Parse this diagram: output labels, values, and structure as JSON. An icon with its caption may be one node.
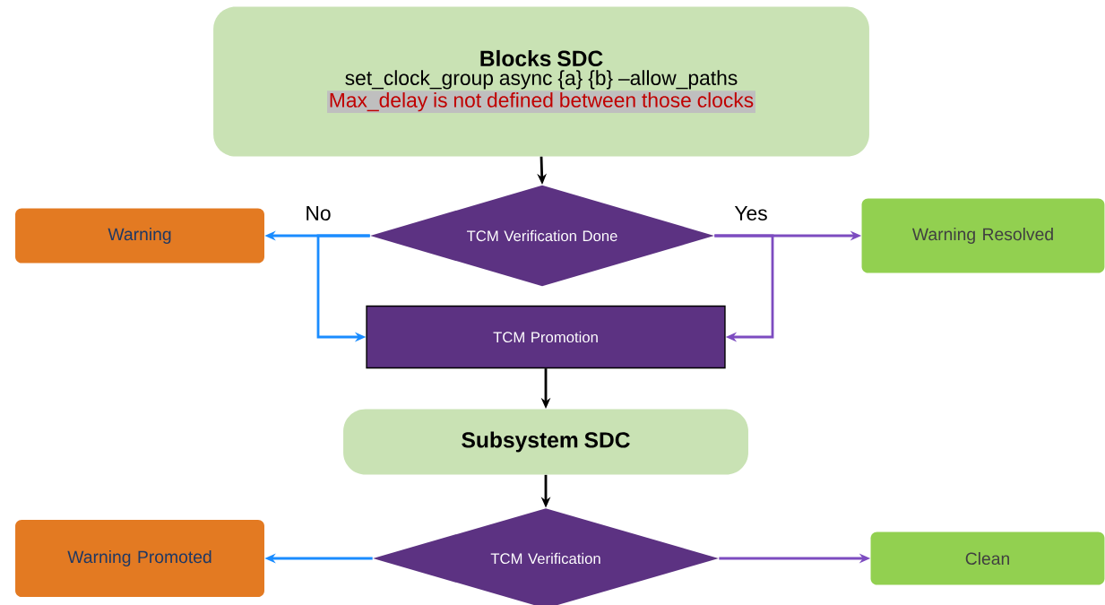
{
  "diagram": {
    "nodes": [
      {
        "text": [
          "Blocks SDC",
          "set_clock_group async {a} {b} –allow_paths",
          "Max_delay is not defined between those clocks"
        ]
      },
      {
        "text": [
          "TCM Verification Done"
        ]
      },
      {
        "text": [
          "Warning"
        ]
      },
      {
        "text": [
          "Warning Resolved"
        ]
      },
      {
        "text": [
          "TCM Promotion"
        ]
      },
      {
        "text": [
          "Subsystem SDC"
        ]
      },
      {
        "text": [
          "TCM Verification"
        ]
      },
      {
        "text": [
          "Warning Promoted"
        ]
      },
      {
        "text": [
          "Clean"
        ]
      }
    ],
    "edges": [
      {
        "from": 0,
        "to": 1,
        "arrow": "to"
      },
      {
        "from": 1,
        "to": 2,
        "arrow": "to",
        "label": "No",
        "color": "#1a8cff"
      },
      {
        "from": 1,
        "to": 3,
        "arrow": "to",
        "label": "Yes",
        "color": "#7d4cc0"
      },
      {
        "from": 1,
        "to": 4,
        "arrow": "to",
        "color": "#1a8cff"
      },
      {
        "from": 1,
        "to": 4,
        "arrow": "to",
        "color": "#7d4cc0"
      },
      {
        "from": 4,
        "to": 5,
        "arrow": "to"
      },
      {
        "from": 5,
        "to": 6,
        "arrow": "to"
      },
      {
        "from": 6,
        "to": 7,
        "arrow": "to",
        "color": "#1a8cff"
      },
      {
        "from": 6,
        "to": 8,
        "arrow": "to",
        "color": "#7d4cc0"
      }
    ]
  }
}
